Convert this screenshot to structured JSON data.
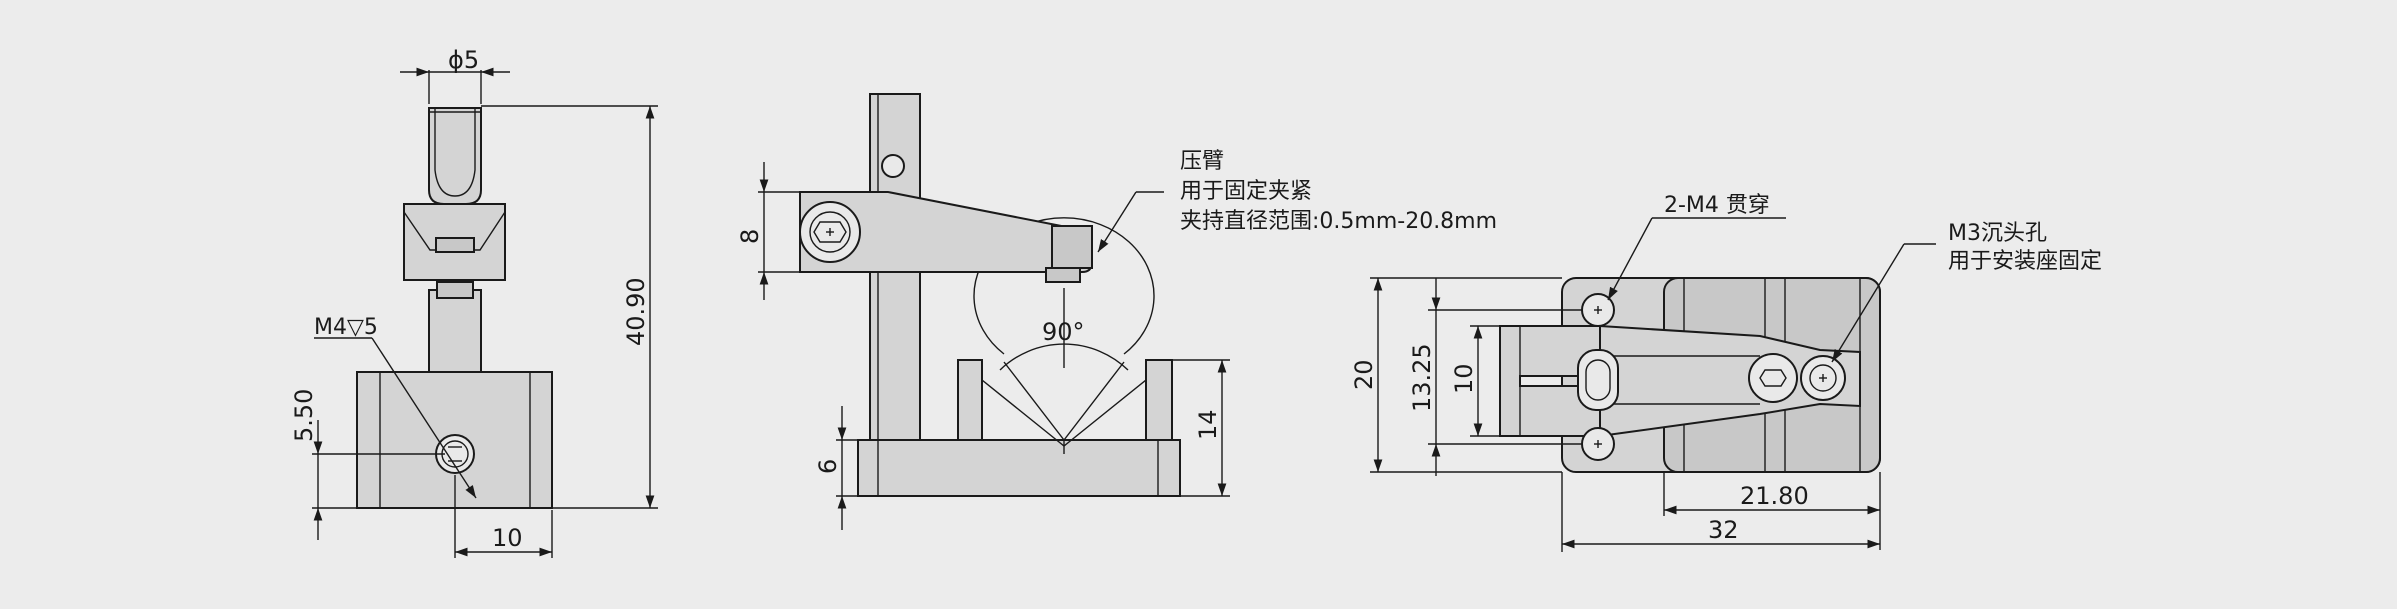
{
  "colors": {
    "background": "#ececec",
    "line": "#1a1a1a",
    "part_fill": "#d4d4d4"
  },
  "front_view": {
    "dim_diameter": "ϕ5",
    "dim_height": "40.90",
    "dim_width": "10",
    "dim_hole_height": "5.50",
    "thread_note": "M4▽5"
  },
  "side_view": {
    "dim_arm_height": "8",
    "dim_base_height": "6",
    "dim_block_height": "14",
    "angle_label": "90°",
    "arm_note_title": "压臂",
    "arm_note_line1": "用于固定夹紧",
    "arm_note_line2": "夹持直径范围:0.5mm-20.8mm"
  },
  "top_view": {
    "dim_total_height": "20",
    "dim_hole_spacing": "13.25",
    "dim_slot": "10",
    "dim_offset": "21.80",
    "dim_total_width": "32",
    "through_hole_note": "2-M4 贯穿",
    "counterbore_note_line1": "M3沉头孔",
    "counterbore_note_line2": "用于安装座固定"
  }
}
